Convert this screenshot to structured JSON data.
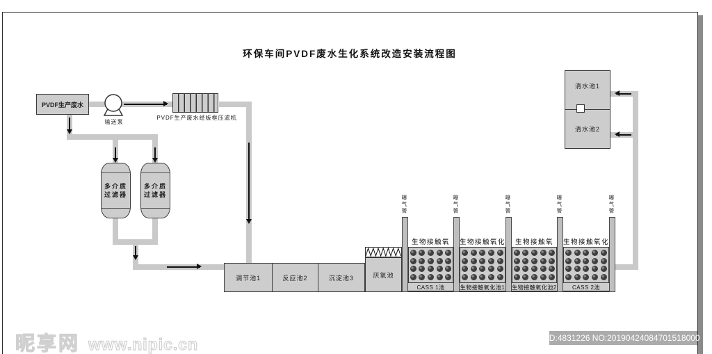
{
  "title": "环保车间PVDF废水生化系统改造安装流程图",
  "flow": {
    "source_tank": "PVDF生产废水",
    "pump_label": "输送泵",
    "filter_press_label": "PVDF生产废水经板框压滤机",
    "media_filter_line1": "多介质",
    "media_filter_line2": "过滤器",
    "basin_cells": [
      "调节池1",
      "反应池2",
      "沉淀池3"
    ],
    "anaerobic_label": "厌氧池",
    "aeration_label": "曝气管",
    "bio_top_label": "生物接触氧化",
    "bio_cells": [
      "CASS 1池",
      "生物接触氧化池1",
      "生物接触氧化池2",
      "CASS 2池"
    ],
    "clean_tank1": "清水池1",
    "clean_tank2": "清水池2"
  },
  "watermark": {
    "brand": "昵享网",
    "url": "www.nipic.cn",
    "id_bar": "ID:4831226 NO:20190424084701518000"
  },
  "colors": {
    "pipe": "#c9c9c9",
    "tank_fill": "#cdcdcd",
    "outline": "#3a3a3a",
    "media_dot": "#3f3f3f",
    "id_bar_bg": "#ababab"
  }
}
